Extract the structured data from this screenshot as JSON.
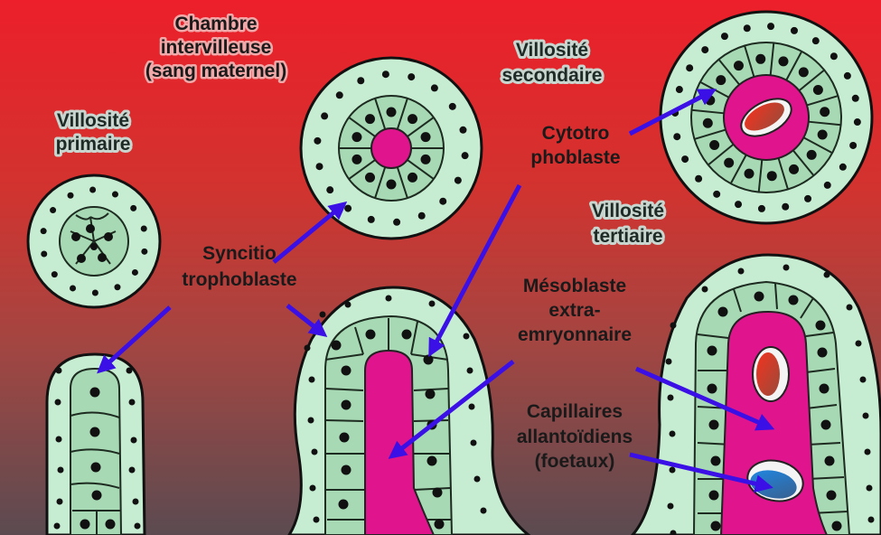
{
  "title": "Développement des villosités choriales",
  "labels": {
    "chambre": [
      "Chambre",
      "intervilleuse",
      "(sang maternel)"
    ],
    "primaire": [
      "Villosité",
      "primaire"
    ],
    "secondaire": [
      "Villosité",
      "secondaire"
    ],
    "tertiaire": [
      "Villosité",
      "tertiaire"
    ],
    "cytotrophoblaste": [
      "Cytotro",
      "phoblaste"
    ],
    "syncitiotrophoblaste": [
      "Syncitio",
      "trophoblaste"
    ],
    "mesoblaste": [
      "Mésoblaste",
      "extra-",
      "emryonnaire"
    ],
    "capillaires": [
      "Capillaires",
      "allantoïdiens",
      "(foetaux)"
    ]
  },
  "colors": {
    "background_top": "#ec1f2a",
    "background_mid": "#b8403c",
    "background_bottom": "#5e4a50",
    "syncytiotrophoblast": "#c6ecd2",
    "cytotrophoblast": "#a7d9b4",
    "mesoblast": "#e0148c",
    "arrow": "#3a10e6",
    "fetal_capillary_red": "#e83a2a",
    "fetal_capillary_blue": "#2c7ec9"
  }
}
